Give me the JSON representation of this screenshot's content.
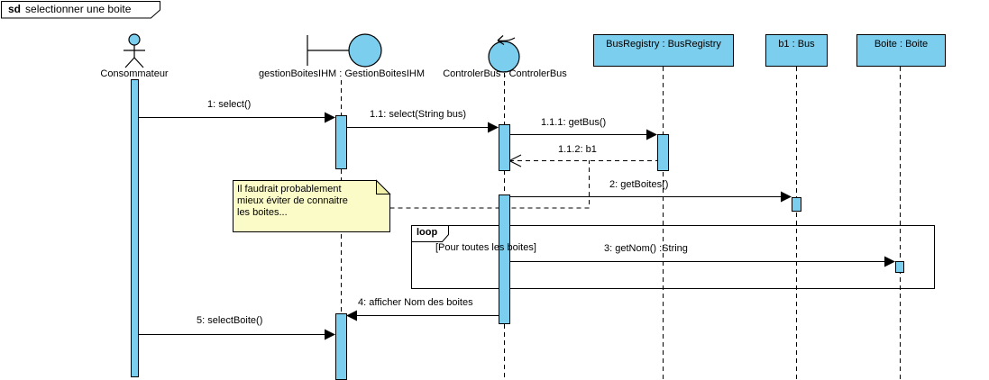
{
  "frame": {
    "keyword": "sd",
    "title": "selectionner une boite"
  },
  "lifelines": [
    {
      "name": "Consommateur",
      "kind": "actor"
    },
    {
      "name": "gestionBoitesIHM : GestionBoitesIHM",
      "kind": "boundary"
    },
    {
      "name": "ControlerBus : ControlerBus",
      "kind": "control"
    },
    {
      "name": "BusRegistry : BusRegistry",
      "kind": "object"
    },
    {
      "name": "b1 : Bus",
      "kind": "object"
    },
    {
      "name": "Boite : Boite",
      "kind": "object"
    }
  ],
  "messages": [
    {
      "label": "1: select()",
      "type": "sync"
    },
    {
      "label": "1.1: select(String bus)",
      "type": "sync"
    },
    {
      "label": "1.1.1: getBus()",
      "type": "sync"
    },
    {
      "label": "1.1.2: b1",
      "type": "return"
    },
    {
      "label": "2: getBoites()",
      "type": "sync"
    },
    {
      "label": "3: getNom() :String",
      "type": "sync"
    },
    {
      "label": "4: afficher Nom des boites",
      "type": "sync"
    },
    {
      "label": "5: selectBoite()",
      "type": "sync"
    }
  ],
  "fragment": {
    "operator": "loop",
    "guard": "[Pour toutes les boites]"
  },
  "note": {
    "lines": [
      "Il faudrait probablement",
      "mieux éviter de connaitre",
      "les boites..."
    ]
  },
  "icons": [
    "actor-icon",
    "boundary-icon",
    "control-icon",
    "note-fold-icon"
  ],
  "colors": {
    "element_fill": "#7CCEEF",
    "note_fill": "#FBFBC8",
    "line": "#000000"
  }
}
